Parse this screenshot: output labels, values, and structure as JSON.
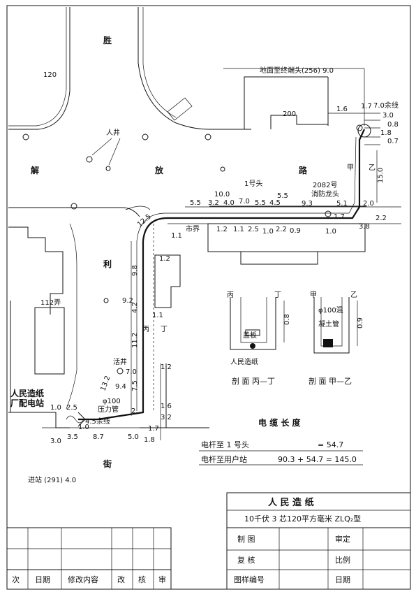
{
  "streets": {
    "sheng": "胜",
    "jie": "解",
    "fang": "放",
    "lu": "路",
    "li": "利",
    "jie_bottom": "街",
    "lane": "112弄",
    "no120": "120",
    "no200": "200"
  },
  "labels": {
    "manhole": "人井",
    "head1": "1号头",
    "hydrant_no": "2082号",
    "hydrant": "消防龙头",
    "ground_to_terminal": "地面至终端头(256) 9.0",
    "spare_top": "7.0余线",
    "city_boundary": "市界",
    "jia": "甲",
    "yi": "乙",
    "bing": "丙",
    "ding": "丁",
    "work_well": "活井",
    "station_name_1": "人民造纸",
    "station_name_2": "厂配电站",
    "pipe_dia": "φ100",
    "pressure_pipe": "压力管",
    "spare_bottom": "4.5余线",
    "entry": "进站 (291) 4.0"
  },
  "dimensions": {
    "d1_6": "1.6",
    "d1_7": "1.7",
    "d3_0": "3.0",
    "d0_8": "0.8",
    "d1_8": "1.8",
    "d0_7": "0.7",
    "d15_0": "15.0",
    "d10_0": "10.0",
    "d5_5a": "5.5",
    "d3_2a": "3.2",
    "d4_0a": "4.0",
    "d7_0": "7.0",
    "d5_5b": "5.5",
    "d4_5": "4.5",
    "d5_5c": "5.5",
    "d9_3": "9.3",
    "d5_1": "5.1",
    "d2_0": "2.0",
    "d1_7b": "1.7",
    "d2_2": "2.2",
    "d3_8": "3.8",
    "d12_5": "12.5",
    "d1_1": "1.1",
    "d1_2a": "1.2",
    "d1_1b": "1.1",
    "d2_5a": "2.5",
    "d1_0a": "1.0",
    "d2_2b": "2.2",
    "d0_9": "0.9",
    "d1_0b": "1.0",
    "d1_2b": "1.2",
    "d9_8": "9.8",
    "d9_2": "9.2",
    "d4_2": "4.2",
    "d1_1c": "1.1",
    "d11_2": "11.2",
    "d7_0b": "7.0",
    "d1_2c": "1.2",
    "d13_2": "13.2",
    "d9_4": "9.4",
    "d7_5": "7.5",
    "d2_dot": "2.",
    "d1_6b": "1.6",
    "d3_2b": "3.2",
    "d1_0c": "1.0",
    "d2_5b": "2.5",
    "d1_0d": "1.0",
    "d3_0b": "3.0",
    "d3_5": "3.5",
    "d8_7": "8.7",
    "d5_0": "5.0",
    "d1_7c": "1.7",
    "d1_8b": "1.8"
  },
  "sections": {
    "section_bd_board": "盖板",
    "section_bd_paper": "人民造纸",
    "section_bd_caption": "剖 面 丙—丁",
    "section_bd_dim": "0.8",
    "section_jy_pipe1": "φ100混",
    "section_jy_pipe2": "凝土管",
    "section_jy_caption": "剖 面 甲—乙",
    "section_jy_dim": "0.9"
  },
  "cable_length": {
    "title": "电 缆 长 度",
    "row1_label": "电杆至 1 号头",
    "row1_value": "= 54.7",
    "row2_label": "电杆至用户站",
    "row2_value": "90.3 + 54.7 = 145.0"
  },
  "title_block": {
    "title": "人  民  造  纸",
    "subtitle": "10千伏 3 芯120平方毫米 ZLQ₂型",
    "drawn": "制    图",
    "approved": "审定",
    "checked": "复    核",
    "scale": "比例",
    "drawing_no": "图样编号",
    "date": "日期"
  },
  "revision_table": {
    "headers": [
      "次",
      "日期",
      "修改内容",
      "改",
      "核",
      "审"
    ]
  }
}
